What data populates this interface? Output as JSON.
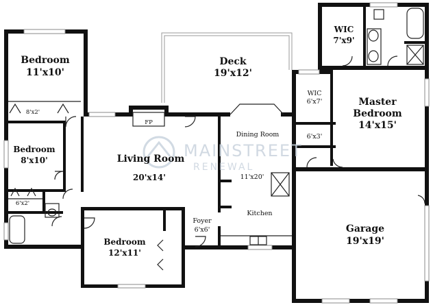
{
  "rooms": {
    "bedroom_top": {
      "name": "Bedroom",
      "size": "11'x10'"
    },
    "closet_top": {
      "size": "8'x2'"
    },
    "bedroom_mid": {
      "name": "Bedroom",
      "size": "8'x10'"
    },
    "closet_mid": {
      "size": "6'x2'"
    },
    "living": {
      "name": "Living Room",
      "size": "20'x14'"
    },
    "fireplace": {
      "name": "FP"
    },
    "deck": {
      "name": "Deck",
      "size": "19'x12'"
    },
    "dining": {
      "name": "Dining Room"
    },
    "kitchen": {
      "name": "Kitchen",
      "size": "11'x20'"
    },
    "foyer": {
      "name": "Foyer",
      "size": "6'x6'"
    },
    "bedroom_bottom": {
      "name": "Bedroom",
      "size": "12'x11'"
    },
    "wic_top": {
      "name": "WIC",
      "size": "7'x9'"
    },
    "wic_small": {
      "name": "WIC",
      "size": "6'x7'"
    },
    "closet_right": {
      "size": "6'x3'"
    },
    "master": {
      "name": "Master Bedroom",
      "line1": "Master",
      "line2": "Bedroom",
      "size": "14'x15'"
    },
    "garage": {
      "name": "Garage",
      "size": "19'x19'"
    }
  },
  "watermark": {
    "brand": "MAINSTREET",
    "sub": "RENEWAL"
  }
}
